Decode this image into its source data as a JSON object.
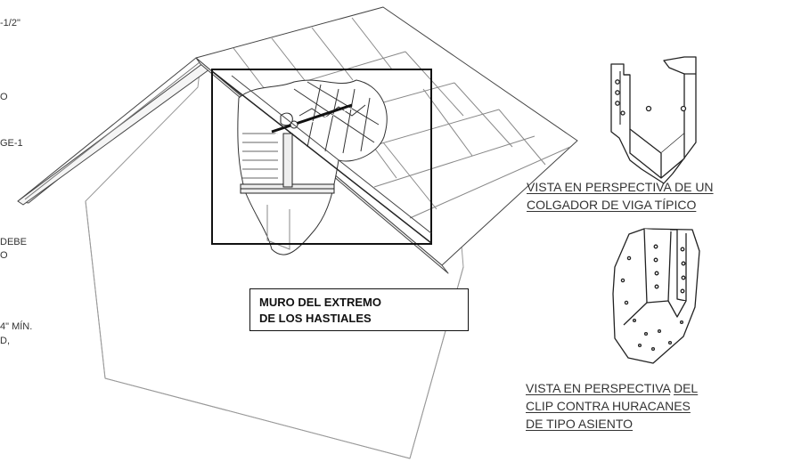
{
  "left_fragments": [
    {
      "id": "frag-1",
      "text": "-1/2\""
    },
    {
      "id": "frag-2",
      "text": "O"
    },
    {
      "id": "frag-3",
      "text": "GE-1"
    },
    {
      "id": "frag-4",
      "text": "DEBE"
    },
    {
      "id": "frag-5",
      "text": "O"
    },
    {
      "id": "frag-6",
      "text": "4\" MÍN."
    },
    {
      "id": "frag-7",
      "text": "D,"
    }
  ],
  "gable_label": {
    "line1": "MURO DEL EXTREMO",
    "line2": "DE LOS HASTIALES"
  },
  "joist_hanger_caption": {
    "line1": "VISTA EN PERSPECTIVA DE UN",
    "line2": "COLGADOR DE VIGA TÍPICO"
  },
  "hurricane_clip_caption": {
    "line1_a": "VISTA EN PERSPECTIVA",
    "line1_b": " DEL",
    "line2": "CLIP CONTRA HURACANES",
    "line3": "DE TIPO ASIENTO"
  }
}
